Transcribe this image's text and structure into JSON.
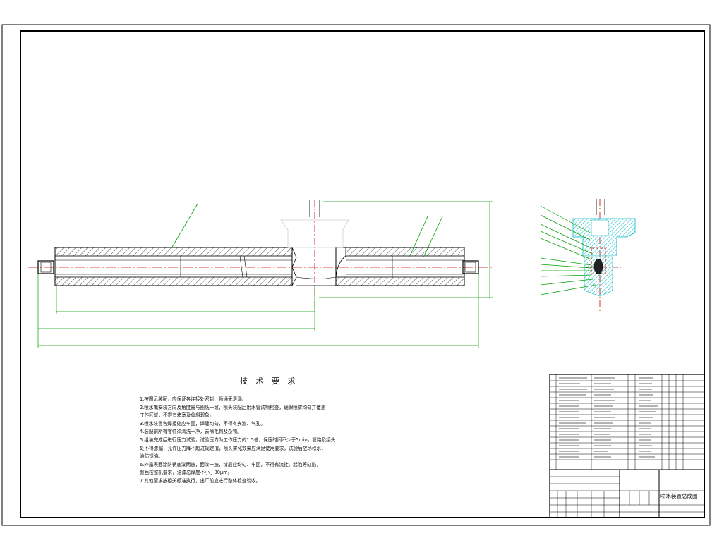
{
  "drawing": {
    "notes_title": "技 术 要 求",
    "notes": [
      "1.按图示装配，应保证各连接处密封、畅通无泄漏。",
      "2.喷水嘴安装方向及角度需与图纸一致，喷头装配后用水管试喷检查，确保喷雾均匀并覆盖",
      "  工作区域，不得有堵塞及偏斜现象。",
      "3.喷水装置各焊接处应牢固，焊缝均匀，不得有夹渣、气孔。",
      "4.装配前所有零件须清洗干净，去除毛刺及杂物。",
      "5.组装完成后进行压力试验，试验压力为工作压力的1.5倍，保压时间不少于5min，管路及接头",
      "  处不得渗漏，允许压力降不超过规定值，喷头雾化效果应满足使用要求，试验后放尽积水，",
      "  涂防锈油。",
      "6.外露表面涂防锈底漆两遍，面漆一遍，漆层应均匀、牢固，不得有流挂、起泡等缺陷，",
      "  颜色按整机要求，油漆总厚度不小于80μm。",
      "7.其他要求按相关标准执行，出厂前应进行整体检查验收。"
    ],
    "title_block_name": "喷水装置总成图"
  }
}
